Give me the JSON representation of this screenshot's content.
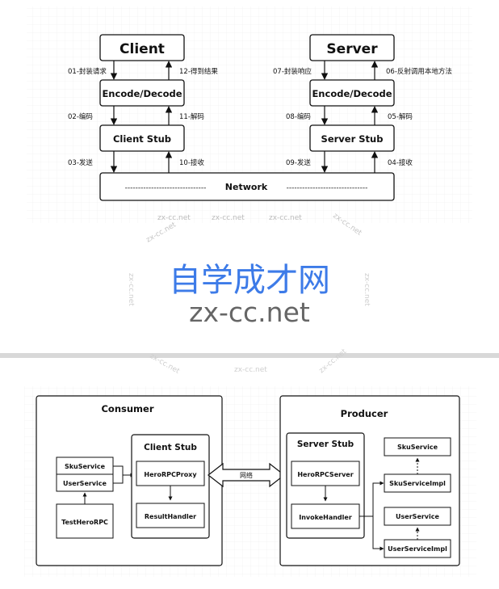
{
  "top_diagram": {
    "client": "Client",
    "server": "Server",
    "encode_decode_left": "Encode/Decode",
    "encode_decode_right": "Encode/Decode",
    "client_stub": "Client Stub",
    "server_stub": "Server Stub",
    "network": "Network",
    "network_dash_left": "-------------------------------",
    "network_dash_right": "-------------------------------",
    "steps": {
      "s01": "01-封装请求",
      "s02": "02-编码",
      "s03": "03-发送",
      "s04": "04-接收",
      "s05": "05-解码",
      "s06": "06-反射调用本地方法",
      "s07": "07-封装响应",
      "s08": "08-编码",
      "s09": "09-发送",
      "s10": "10-接收",
      "s11": "11-解码",
      "s12": "12-得到结果"
    }
  },
  "watermark": {
    "title": "自学成才网",
    "url": "zx-cc.net",
    "faint": "zx-cc.net"
  },
  "bottom_diagram": {
    "consumer": "Consumer",
    "producer": "Producer",
    "client_stub": "Client Stub",
    "server_stub": "Server Stub",
    "sku_service": "SkuService",
    "user_service": "UserService",
    "test_hero_rpc": "TestHeroRPC",
    "hero_rpc_proxy": "HeroRPCProxy",
    "result_handler": "ResultHandler",
    "network_label": "网络",
    "hero_rpc_server": "HeroRPCServer",
    "invoke_handler": "InvokeHandler",
    "sku_service_p": "SkuService",
    "sku_service_impl": "SkuServiceImpl",
    "user_service_p": "UserService",
    "user_service_impl": "UserServiceImpl"
  },
  "colors": {
    "watermark_blue": "#3d7be8",
    "watermark_gray": "#666666",
    "divider": "#d8d8d8",
    "stroke": "#111111"
  }
}
